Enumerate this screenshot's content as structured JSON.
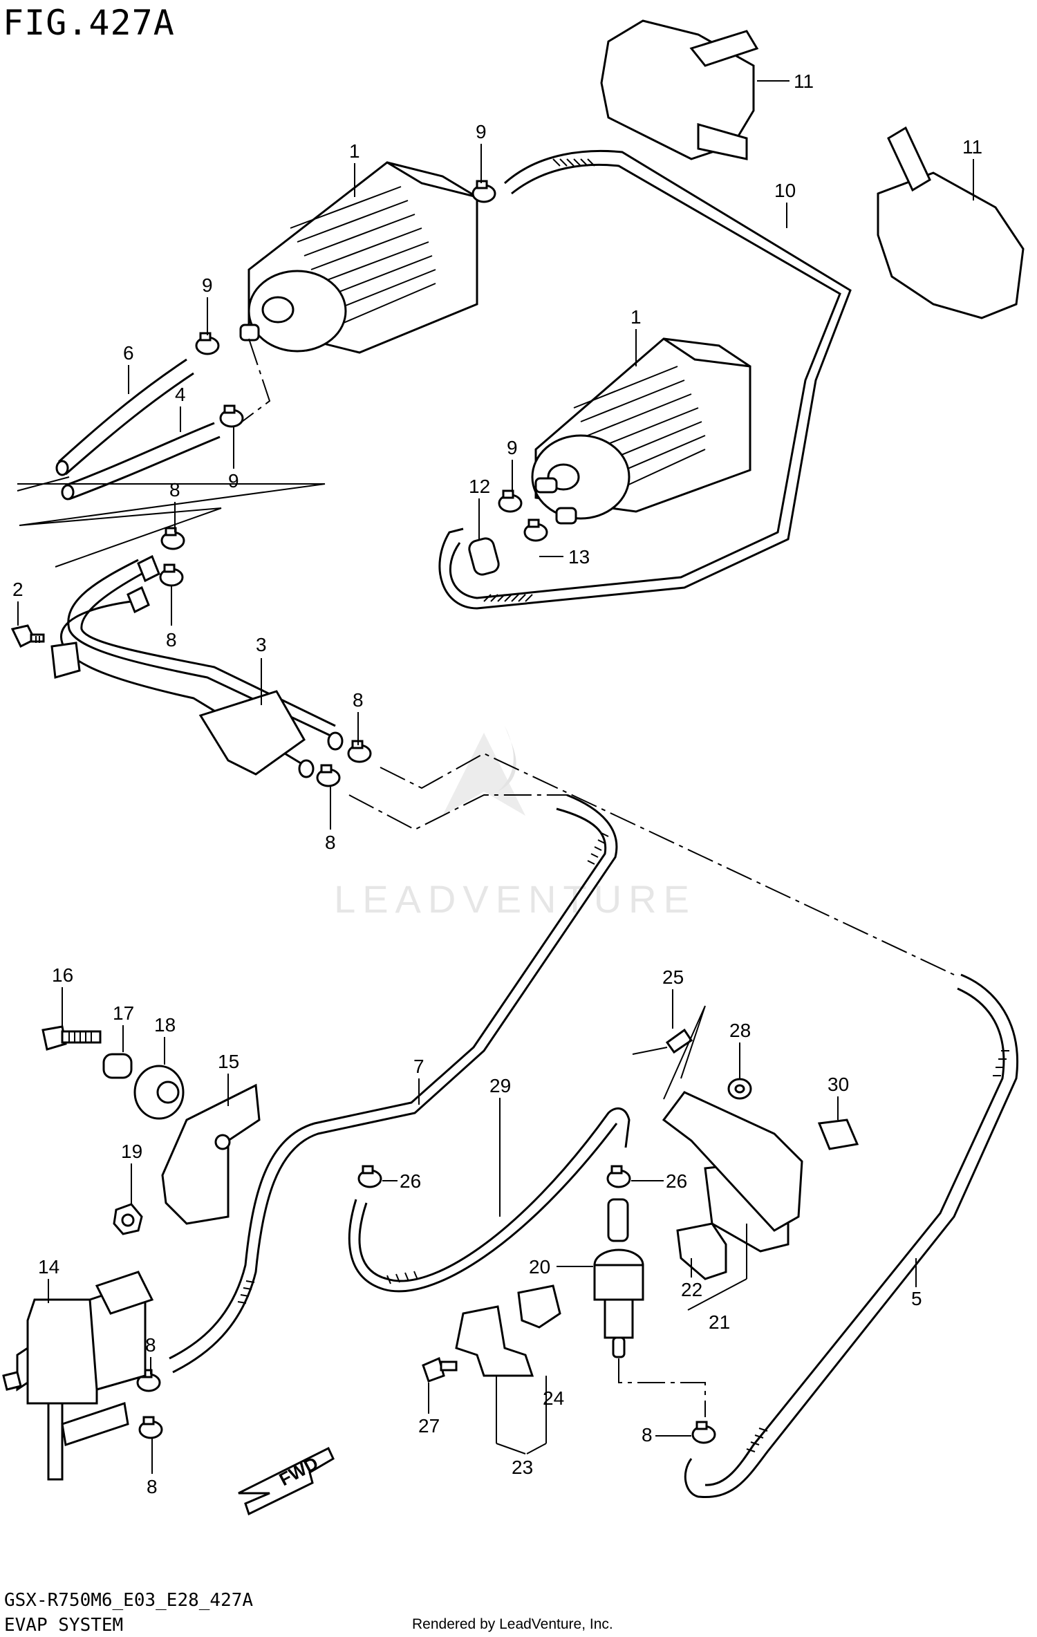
{
  "figure": {
    "title": "FIG.427A",
    "model_code": "GSX-R750M6_E03_E28_427A",
    "section_name": "EVAP SYSTEM",
    "render_credit": "Rendered by LeadVenture, Inc.",
    "watermark": "LEADVENTURE",
    "direction_label": "FWD"
  },
  "callouts": {
    "c1a": "1",
    "c1b": "1",
    "c2": "2",
    "c3": "3",
    "c4": "4",
    "c5": "5",
    "c6": "6",
    "c7": "7",
    "c8a": "8",
    "c8b": "8",
    "c8c": "8",
    "c8d": "8",
    "c8e": "8",
    "c8f": "8",
    "c8g": "8",
    "c9a": "9",
    "c9b": "9",
    "c9c": "9",
    "c9d": "9",
    "c10": "10",
    "c11a": "11",
    "c11b": "11",
    "c12": "12",
    "c13": "13",
    "c14": "14",
    "c15": "15",
    "c16": "16",
    "c17": "17",
    "c18": "18",
    "c19": "19",
    "c20": "20",
    "c21": "21",
    "c22": "22",
    "c23": "23",
    "c24": "24",
    "c25": "25",
    "c26a": "26",
    "c26b": "26",
    "c27": "27",
    "c28": "28",
    "c29": "29",
    "c30": "30"
  },
  "colors": {
    "ink": "#000000",
    "background": "#ffffff",
    "watermark": "#e6e6e6"
  }
}
